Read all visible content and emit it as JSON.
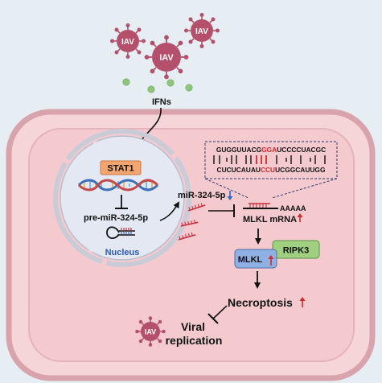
{
  "virus_label": "IAV",
  "ifn_label": "IFNs",
  "stat1_label": "STAT1",
  "pre_mir_label": "pre-miR-324-5p",
  "nucleus_label": "Nucleus",
  "mir_label": "miR-324-5p",
  "mrna_label": "MLKL mRNA",
  "polya_label": "AAAAA",
  "seq_top_a": "GUGGUUACG",
  "seq_top_b": "GGA",
  "seq_top_c": "UCCCCUACGC",
  "seq_bot_a": "CUCUCAUAU",
  "seq_bot_b": "CCU",
  "seq_bot_c": "UCGGCAUUGG",
  "mlkl_label": "MLKL",
  "ripk3_label": "RIPK3",
  "necroptosis_label": "Necroptosis",
  "viral_label_1": "Viral",
  "viral_label_2": "replication",
  "colors": {
    "background": "#e6edf3",
    "cell_fill": "#f6d5d8",
    "cell_border": "#d8a3aa",
    "virus": "#b4506b",
    "stat1": "#f2a56e",
    "ripk3": "#9fd07f",
    "mlkl": "#8fb0e3",
    "up_arrow": "#d42a2a",
    "down_arrow": "#2f66c9",
    "rna": "#c8323e"
  }
}
